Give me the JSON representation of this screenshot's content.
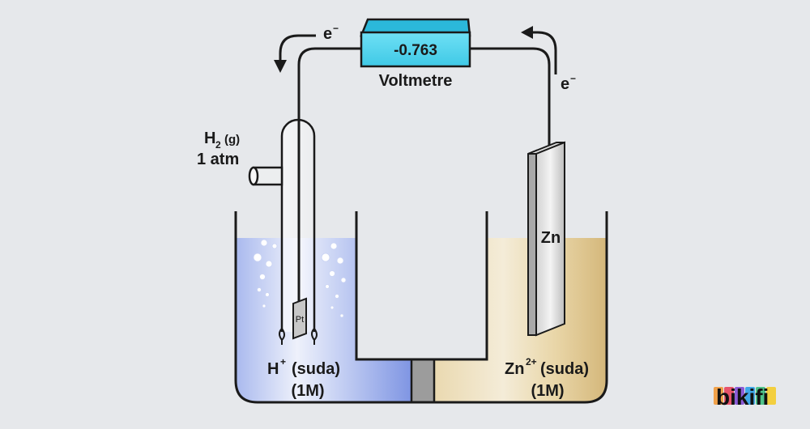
{
  "voltmeter": {
    "reading": "-0.763",
    "label": "Voltmetre"
  },
  "electron_left": {
    "base": "e",
    "sup": "−"
  },
  "electron_right": {
    "base": "e",
    "sup": "−"
  },
  "gas_inlet": {
    "h": "H",
    "sub": "2",
    "state": "(g)",
    "pressure": "1 atm"
  },
  "platinum_electrode": {
    "label": "Pt"
  },
  "zinc_electrode": {
    "label": "Zn"
  },
  "left_solution": {
    "ion": "H",
    "sup": "+",
    "state": "(suda)",
    "conc": "(1M)"
  },
  "right_solution": {
    "ion": "Zn",
    "sup": "2+",
    "state": "(suda)",
    "conc": "(1M)"
  },
  "brand": {
    "text": "bikifi"
  },
  "colors": {
    "left_liquid": "#8ea2e6",
    "right_liquid": "#e4d2a6",
    "voltmeter": "#53d6f0",
    "wire": "#1a1a1a"
  }
}
